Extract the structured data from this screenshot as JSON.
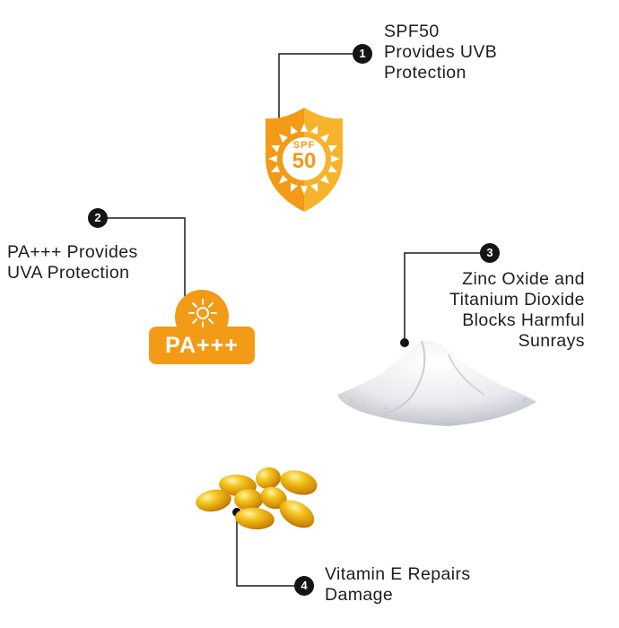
{
  "features": [
    {
      "number": "1",
      "lines": [
        "SPF50",
        "Provides UVB",
        "Protection"
      ]
    },
    {
      "number": "2",
      "lines": [
        "PA+++ Provides",
        "UVA Protection"
      ]
    },
    {
      "number": "3",
      "lines": [
        "Zinc Oxide and",
        "Titanium Dioxide",
        "Blocks Harmful",
        "Sunrays"
      ]
    },
    {
      "number": "4",
      "lines": [
        "Vitamin E Repairs",
        "Damage"
      ]
    }
  ],
  "shield_badge": {
    "line1": "SPF",
    "line2": "50"
  },
  "pa_badge": {
    "label": "PA+++"
  },
  "colors": {
    "orange": "#f39a16",
    "orange_light": "#f7b32b",
    "badge_dark": "#141414",
    "line": "#1a1a1a",
    "capsule": "#e8a30c"
  },
  "icons": [
    "shield-sun-icon",
    "sun-icon",
    "powder-pile-icon",
    "vitamin-e-capsules-icon"
  ]
}
